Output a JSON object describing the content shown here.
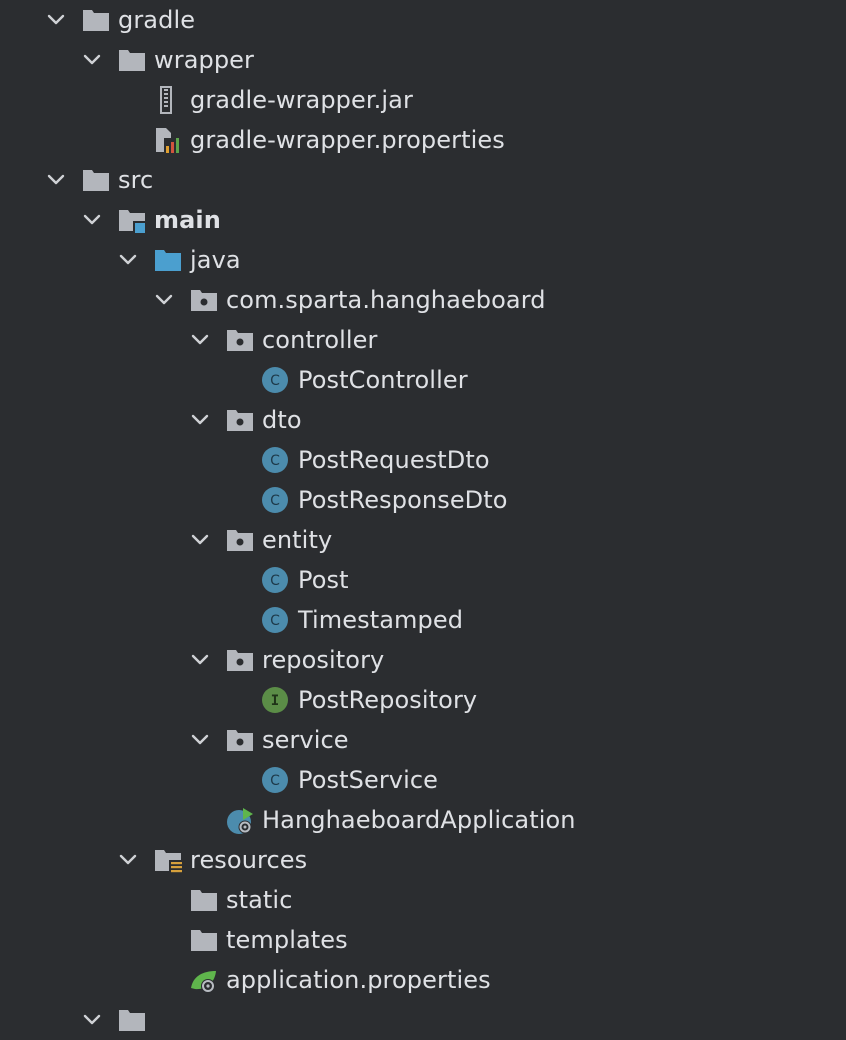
{
  "tree": [
    {
      "label": "gradle",
      "depth": 0,
      "chevron": true,
      "icon": "folder-icon"
    },
    {
      "label": "wrapper",
      "depth": 1,
      "chevron": true,
      "icon": "folder-icon"
    },
    {
      "label": "gradle-wrapper.jar",
      "depth": 2,
      "chevron": false,
      "icon": "jar-icon"
    },
    {
      "label": "gradle-wrapper.properties",
      "depth": 2,
      "chevron": false,
      "icon": "properties-icon"
    },
    {
      "label": "src",
      "depth": 0,
      "chevron": true,
      "icon": "folder-icon"
    },
    {
      "label": "main",
      "depth": 1,
      "chevron": true,
      "icon": "module-folder-icon",
      "bold": true
    },
    {
      "label": "java",
      "depth": 2,
      "chevron": true,
      "icon": "source-folder-icon"
    },
    {
      "label": "com.sparta.hanghaeboard",
      "depth": 3,
      "chevron": true,
      "icon": "package-icon"
    },
    {
      "label": "controller",
      "depth": 4,
      "chevron": true,
      "icon": "package-icon"
    },
    {
      "label": "PostController",
      "depth": 5,
      "chevron": false,
      "icon": "class-icon"
    },
    {
      "label": "dto",
      "depth": 4,
      "chevron": true,
      "icon": "package-icon"
    },
    {
      "label": "PostRequestDto",
      "depth": 5,
      "chevron": false,
      "icon": "class-icon"
    },
    {
      "label": "PostResponseDto",
      "depth": 5,
      "chevron": false,
      "icon": "class-icon"
    },
    {
      "label": "entity",
      "depth": 4,
      "chevron": true,
      "icon": "package-icon"
    },
    {
      "label": "Post",
      "depth": 5,
      "chevron": false,
      "icon": "class-icon"
    },
    {
      "label": "Timestamped",
      "depth": 5,
      "chevron": false,
      "icon": "class-icon"
    },
    {
      "label": "repository",
      "depth": 4,
      "chevron": true,
      "icon": "package-icon"
    },
    {
      "label": "PostRepository",
      "depth": 5,
      "chevron": false,
      "icon": "interface-icon"
    },
    {
      "label": "service",
      "depth": 4,
      "chevron": true,
      "icon": "package-icon"
    },
    {
      "label": "PostService",
      "depth": 5,
      "chevron": false,
      "icon": "class-icon"
    },
    {
      "label": "HanghaeboardApplication",
      "depth": 4,
      "chevron": false,
      "icon": "spring-boot-app-icon"
    },
    {
      "label": "resources",
      "depth": 2,
      "chevron": true,
      "icon": "resources-folder-icon"
    },
    {
      "label": "static",
      "depth": 3,
      "chevron": false,
      "icon": "folder-icon"
    },
    {
      "label": "templates",
      "depth": 3,
      "chevron": false,
      "icon": "folder-icon"
    },
    {
      "label": "application.properties",
      "depth": 3,
      "chevron": false,
      "icon": "spring-properties-icon"
    },
    {
      "label": "",
      "depth": 1,
      "chevron": true,
      "icon": "folder-icon"
    }
  ],
  "colors": {
    "background": "#2b2d30",
    "text": "#dfe1e5",
    "chevron": "#cfd1d5",
    "folder": "#b3b6bc",
    "source_folder": "#4b9fcf",
    "class_circle": "#4c8cad",
    "interface_circle": "#5b8d47",
    "spring_green": "#5fb54c"
  }
}
